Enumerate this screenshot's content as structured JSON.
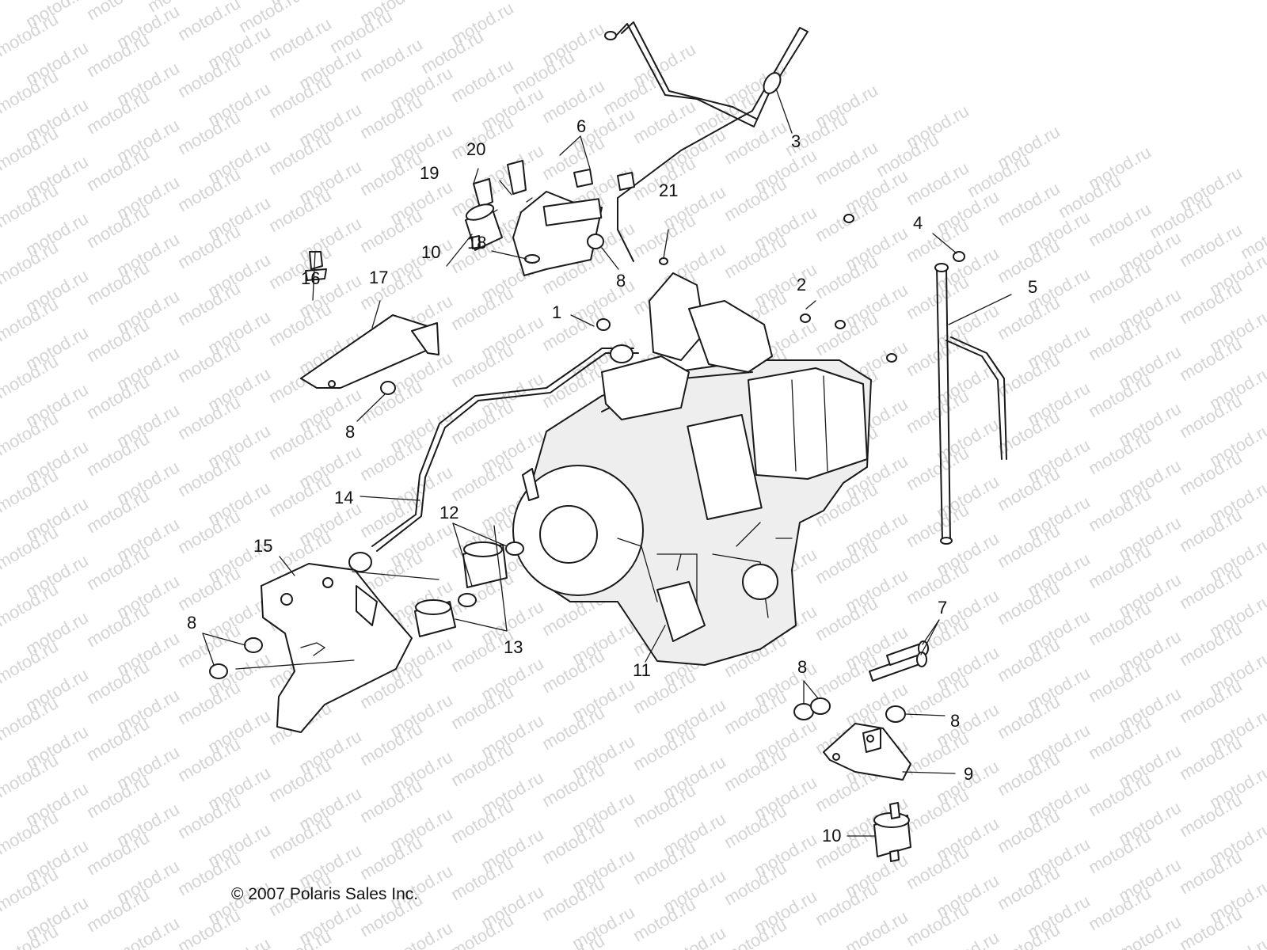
{
  "watermark": "motod.ru",
  "copyright": "© 2007 Polaris Sales Inc.",
  "callouts": {
    "c1": "1",
    "c2": "2",
    "c3": "3",
    "c4": "4",
    "c5": "5",
    "c6": "6",
    "c7": "7",
    "c8": "8",
    "c9": "9",
    "c10": "10",
    "c11": "11",
    "c12": "12",
    "c13": "13",
    "c14": "14",
    "c15": "15",
    "c16": "16",
    "c17": "17",
    "c18": "18",
    "c19": "19",
    "c20": "20",
    "c21": "21"
  }
}
